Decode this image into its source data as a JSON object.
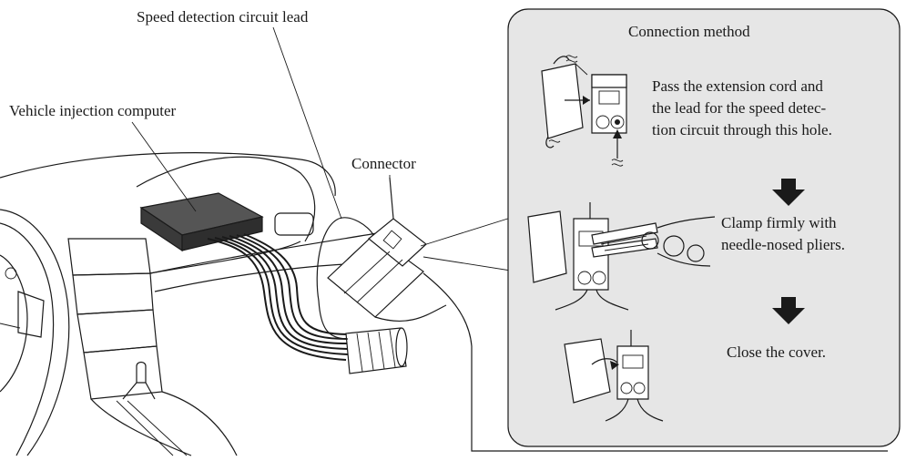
{
  "labels": {
    "speed_lead": "Speed detection circuit lead",
    "injection_computer": "Vehicle injection computer",
    "connector": "Connector"
  },
  "panel": {
    "title": "Connection method",
    "steps": [
      {
        "lines": [
          "Pass the extension cord and",
          "the lead for the speed detec-",
          "tion circuit through this hole."
        ]
      },
      {
        "lines": [
          "Clamp firmly with",
          "needle-nosed pliers."
        ]
      },
      {
        "lines": [
          "Close the cover."
        ]
      }
    ]
  },
  "icons": [
    "down-arrow-icon",
    "needle-nosed-pliers-icon",
    "connector-icon"
  ],
  "colors": {
    "panel_fill": "#e6e6e6",
    "line": "#1a1a1a"
  }
}
